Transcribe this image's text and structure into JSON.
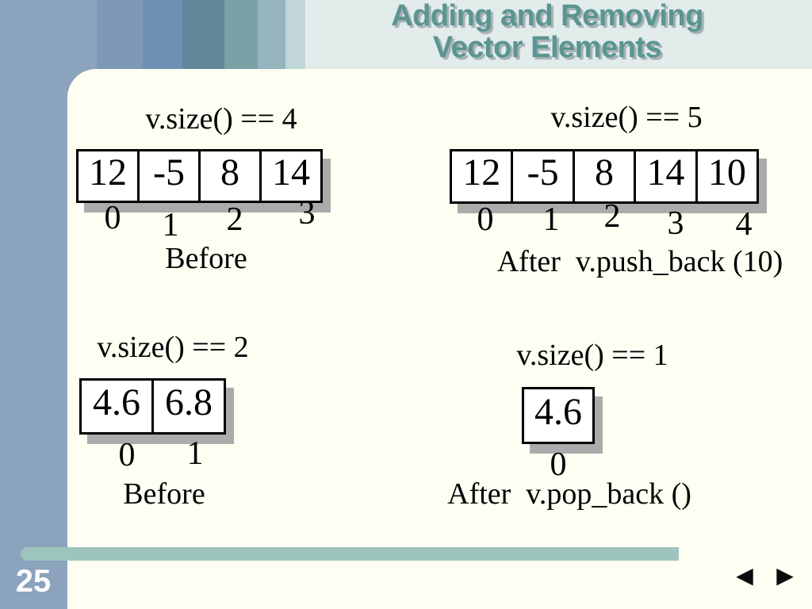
{
  "slide": {
    "title_line1": "Adding and Removing",
    "title_line2": "Vector Elements",
    "page_number": "25"
  },
  "diagrams": [
    {
      "caption": "v.size() == 4",
      "cells": [
        "12",
        "-5",
        "8",
        "14"
      ],
      "indices": [
        "0",
        "1",
        "2",
        "3"
      ],
      "label": "Before"
    },
    {
      "caption": "v.size() == 5",
      "cells": [
        "12",
        "-5",
        "8",
        "14",
        "10"
      ],
      "indices": [
        "0",
        "1",
        "2",
        "3",
        "4"
      ],
      "label": "After  v.push_back (10)"
    },
    {
      "caption": "v.size() == 2",
      "cells": [
        "4.6",
        "6.8"
      ],
      "indices": [
        "0",
        "1"
      ],
      "label": "Before"
    },
    {
      "caption": "v.size() == 1",
      "cells": [
        "4.6"
      ],
      "indices": [
        "0"
      ],
      "label": "After  v.pop_back ()"
    }
  ],
  "nav": {
    "prev_icon": "◀",
    "next_icon": "▶"
  },
  "colors": {
    "sidebar": "#8BA3BD",
    "header_background": "#E1ECEB",
    "title_text": "#5A9591",
    "card_background": "#FFFEF3",
    "cell_background": "#FFFFFF",
    "cell_border": "#000000",
    "box_shadow": "#ABABAB",
    "footer_bar": "#9EC4BE",
    "page_number_text": "#FFFFFF"
  }
}
